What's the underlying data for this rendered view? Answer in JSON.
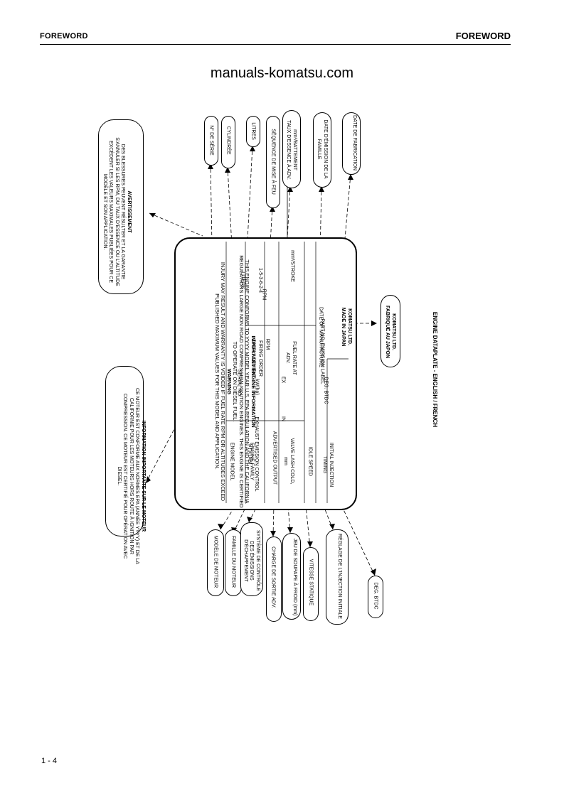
{
  "header": {
    "left": "FOREWORD",
    "right": "FOREWORD"
  },
  "watermark": "manuals-komatsu.com",
  "page_number": "1 - 4",
  "figure_caption": "ENGINE DATAPLATE - ENGLISH / FRENCH",
  "plate": {
    "title": "IMPORTANT ENGINE INFORMATION",
    "intro": "THIS ENGINE CONFORMS TO YYYY MODEL YEAR U.S. EPA REGULATION AND THE CALIFORNIA REGULATIONS LARGE NON ROAD COMPRESSION IGNITION ENGINES. THIS ENGINE IS CERTIFIED TO OPERATE ON DIESEL FUEL.",
    "warning_title": "WARNING",
    "warning_text": "INJURY MAY RESULT AND WARRANTY IS VOIDED IF FUEL RATE RPM OR ALTITUDES EXCEED PUBLISHED MAXIMUM VALUES FOR THIS MODEL AND APPLICATION.",
    "rows": [
      "ENGINE MODEL",
      "ENGINE FAMILY",
      "EXHAUST EMISSION CONTROL SYSTEM",
      "ADVERTISED OUTPUT",
      "VALVE LASH COLD, mm",
      "IDLE SPEED",
      "INITIAL INJECTION TIMING"
    ],
    "mid_labels": [
      "SERIAL NO.",
      "DISPLACEMENT",
      "FIRING ORDER",
      "FUEL RATE AT ADV.",
      "DATE OF MANUFACTURE"
    ],
    "right_labels": [
      "LITERS",
      "1-5-3-6-2-4",
      "RPM",
      "mm³/STROKE"
    ],
    "small_labels": [
      "IN",
      "EX",
      "kW(hp)",
      "RPM",
      "DEG. BTDC",
      "PART NO. EMISSION LABEL"
    ],
    "maker": "KOMATSU LTD.",
    "made_in": "MADE IN JAPAN"
  },
  "fr_notes": {
    "left_title": "INFORMATION IMPORTANTE SUR LE MOTEUR",
    "left_text": "CE MOTEUR EST CONFORME AUX NORMES EPA (ANNÉE YYYY) ET DE LA CALIFORNIE POUR LES MOTEURS HORS ROUTE À IGNITION PAR COMPRESSION. CE MOTEUR EST CERTIFIÉ POUR OPÉRATION AVEC DIESEL.",
    "right_title": "AVERTISSEMENT",
    "right_text": "DES BLESSURES PEUVENT RÉSULTER ET LA GARANTIE S'ANNULER SI LES RPM, DU TAUX D'ESSENCE OU L'ALTITUDE EXCÈDENT LES VALEURS MAXIMALES PUBLIÉES POUR CE MODÈLE ET SON APPLICATION.",
    "maker": "KOMATSU LTD.",
    "made_in": "FABRIQUÉ AU JAPON"
  },
  "callouts_top": [
    "N° DE SÉRIE",
    "CYLINDRÉE",
    "LITRES",
    "SÉQUENCE DE MISE À FEU",
    "mm³/BATTEMENT",
    "TAUX D'ESSENCE À ADV.",
    "DATE D'ÉMISSION DE LA FAMILLE",
    "DATE DE FABRICATION"
  ],
  "callouts_bottom": [
    "MODÈLE DE MOTEUR",
    "FAMILLE DU MOTEUR",
    "SYSTÈME DE CONTRÔLE DES ÉMISSIONS D'ÉCHAPPEMENT",
    "CHARGE DE SORTIE ADV.",
    "JEU DE SOUPAPE À FROID (mm)",
    "VITESSE STATIQUE",
    "RÉGLAGE DE L'INJECTION INITIALE",
    "DEG. BTDC"
  ]
}
